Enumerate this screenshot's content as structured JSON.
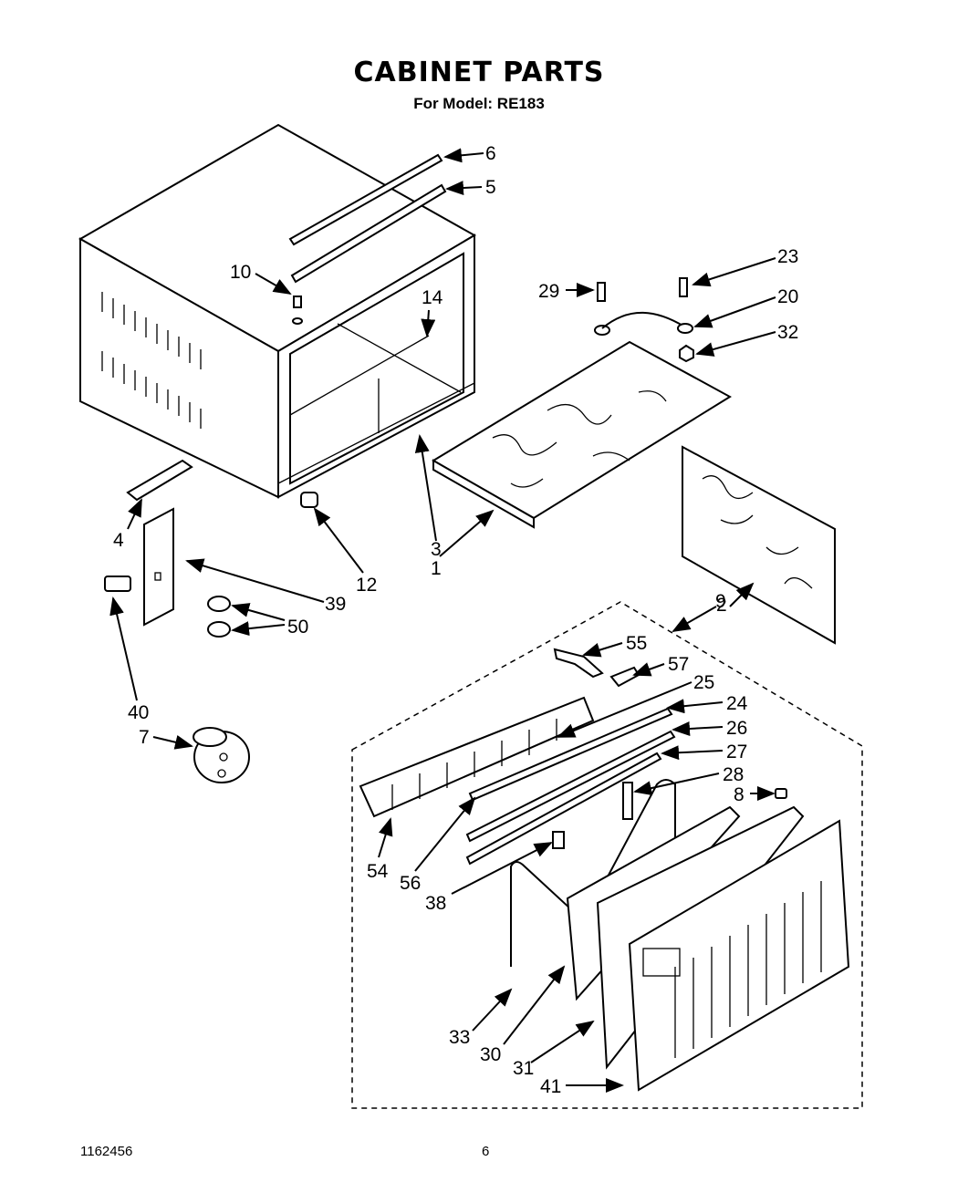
{
  "header": {
    "title": "CABINET PARTS",
    "subtitle": "For Model: RE183"
  },
  "callouts": [
    "6",
    "5",
    "10",
    "14",
    "23",
    "29",
    "20",
    "32",
    "4",
    "12",
    "3",
    "1",
    "39",
    "50",
    "40",
    "7",
    "9",
    "2",
    "55",
    "57",
    "25",
    "24",
    "26",
    "27",
    "28",
    "8",
    "54",
    "56",
    "38",
    "33",
    "30",
    "31",
    "41"
  ],
  "footer": {
    "doc_number": "1162456",
    "page_number": "6"
  }
}
